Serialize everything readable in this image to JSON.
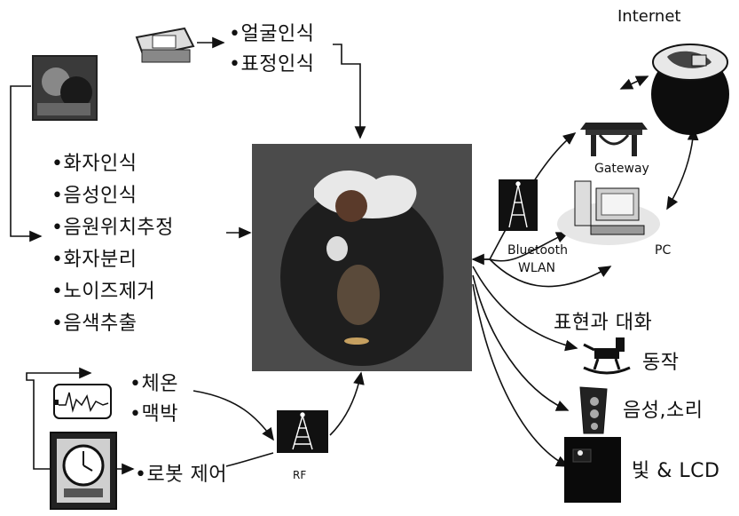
{
  "face_functions": [
    "•얼굴인식",
    "•표정인식"
  ],
  "voice_functions": [
    "•화자인식",
    "•음성인식",
    "•음원위치추정",
    "•화자분리",
    "•노이즈제거",
    "•음색추출"
  ],
  "bio_functions": [
    "•체온",
    "•맥박"
  ],
  "robot_control": "•로봇 제어",
  "rf_label": "RF",
  "internet_label": "Internet",
  "gateway_label": "Gateway",
  "pc_label": "PC",
  "wireless_label_1": "Bluetooth",
  "wireless_label_2": "WLAN",
  "outputs": {
    "expression": "표현과 대화",
    "motion": "동작",
    "sound": "음성,소리",
    "light": "빛 & LCD"
  },
  "colors": {
    "line": "#111111",
    "photo_bg": "#555555"
  },
  "icons": [
    "camera-icon",
    "person-photo-icon",
    "robot-photo-icon",
    "ecg-monitor-icon",
    "clock-icon",
    "antenna-icon",
    "globe-icon",
    "gateway-icon",
    "pc-icon",
    "rocking-horse-icon",
    "speaker-icon",
    "lcd-box-icon"
  ]
}
